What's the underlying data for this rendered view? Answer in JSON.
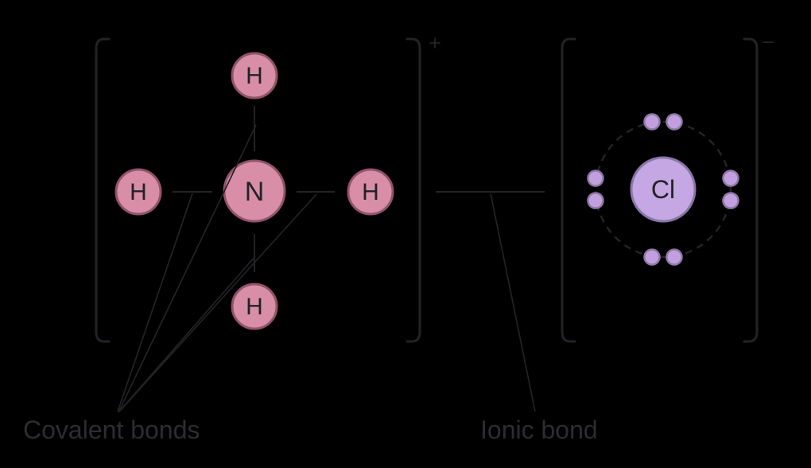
{
  "diagram": {
    "description": "Bonding in ammonium chloride: ammonium cation with four covalent N-H bonds joined by an ionic bond to a chloride anion",
    "background_color": "#000000",
    "line_color": "#232327",
    "caption_color": "#2d2d31",
    "labels": {
      "covalent": "Covalent bonds",
      "ionic": "Ionic bond"
    },
    "ammonium_ion": {
      "charge": "+",
      "central_atom": "N",
      "hydrogen": "H",
      "hydrogen_positions": [
        "top",
        "left",
        "right",
        "bottom"
      ],
      "covalent_bond_count": 4,
      "atom_fill": "#d98ea7",
      "atom_stroke": "#91536b"
    },
    "chloride_ion": {
      "charge": "−",
      "atom": "Cl",
      "valence_electrons": 8,
      "electron_arrangement": "four pairs on a dashed shell",
      "atom_fill": "#c4a7e3",
      "atom_stroke": "#8a76a8",
      "electron_dot_fill": "#c2a0e0",
      "electron_dot_stroke": "#8f7aa6"
    }
  }
}
